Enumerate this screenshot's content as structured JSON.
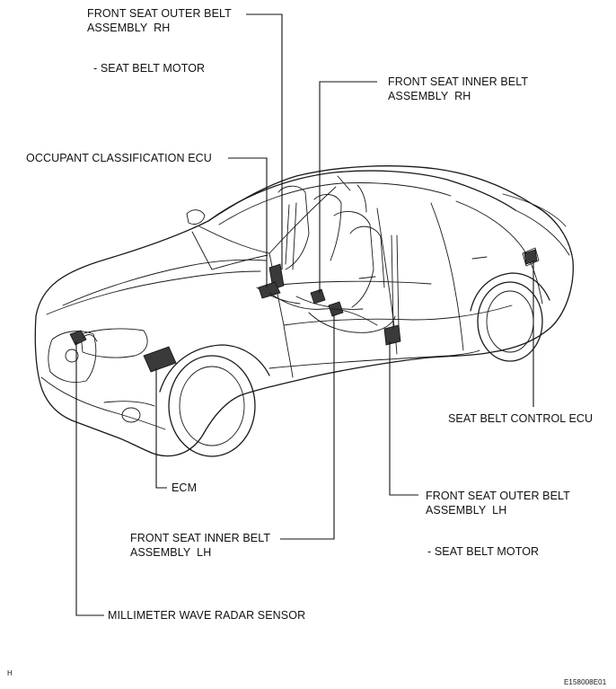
{
  "labels": {
    "front_outer_rh_1": "FRONT SEAT OUTER BELT",
    "front_outer_rh_2": "ASSEMBLY  RH",
    "seat_belt_motor_rh": "- SEAT BELT MOTOR",
    "front_inner_rh_1": "FRONT SEAT INNER BELT",
    "front_inner_rh_2": "ASSEMBLY  RH",
    "occupant_ecu": "OCCUPANT CLASSIFICATION ECU",
    "seat_belt_control_ecu": "SEAT BELT CONTROL ECU",
    "ecm": "ECM",
    "front_outer_lh_1": "FRONT SEAT OUTER BELT",
    "front_outer_lh_2": "ASSEMBLY  LH",
    "seat_belt_motor_lh": "- SEAT BELT MOTOR",
    "front_inner_lh_1": "FRONT SEAT INNER BELT",
    "front_inner_lh_2": "ASSEMBLY  LH",
    "radar_sensor": "MILLIMETER WAVE RADAR SENSOR"
  },
  "footer": {
    "left_mark": "H",
    "figure_code": "E158008E01"
  },
  "components": [
    "car-body-outline",
    "front-seat-outer-belt-rh",
    "front-seat-inner-belt-rh",
    "occupant-classification-ecu",
    "seat-belt-control-ecu",
    "ecm",
    "front-seat-outer-belt-lh",
    "front-seat-inner-belt-lh",
    "millimeter-wave-radar-sensor"
  ]
}
